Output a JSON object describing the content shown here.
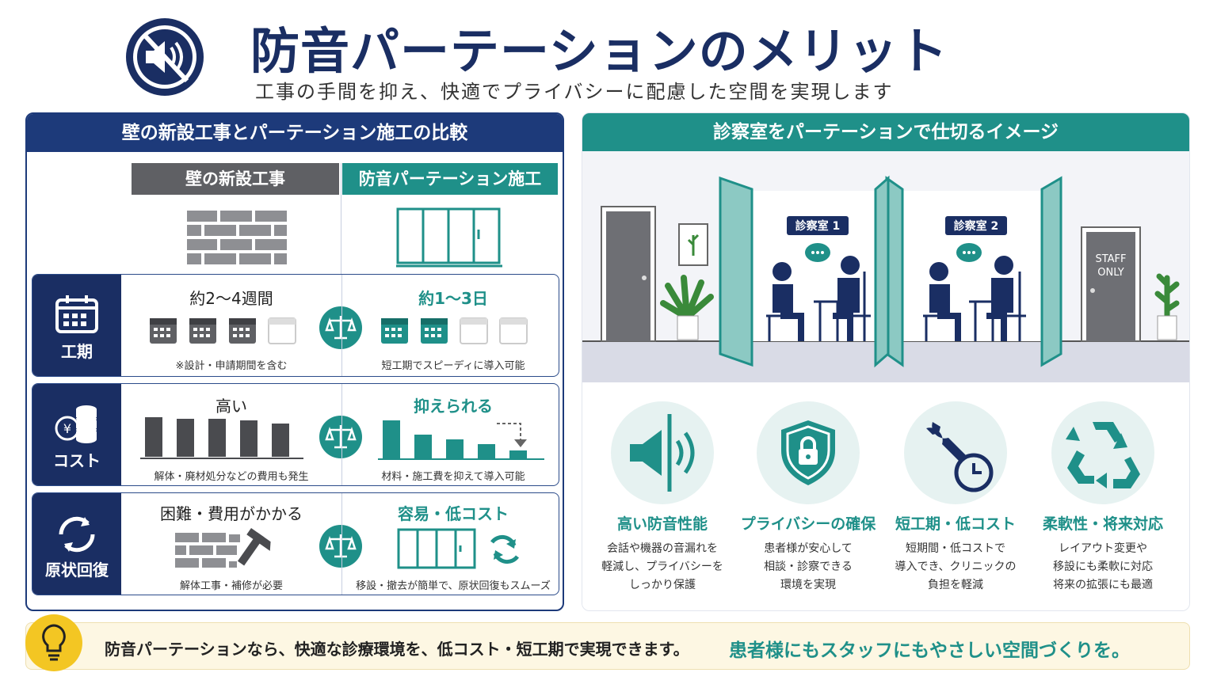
{
  "header": {
    "title": "防音パーテーションのメリット",
    "subtitle": "工事の手間を抑え、快適でプライバシーに配慮した空間を実現します",
    "icon": "mute-speaker-icon"
  },
  "comparison": {
    "heading": "壁の新設工事とパーテーション施工の比較",
    "col_wall": "壁の新設工事",
    "col_partition": "防音パーテーション施工",
    "rows": [
      {
        "label": "工期",
        "icon": "calendar-icon",
        "wall_value": "約2〜4週間",
        "wall_note": "※設計・申請期間を含む",
        "partition_value": "約1〜3日",
        "partition_note": "短工期でスピーディに導入可能"
      },
      {
        "label": "コスト",
        "icon": "coin-stack-icon",
        "wall_value": "高い",
        "wall_note": "解体・廃材処分などの費用も発生",
        "partition_value": "抑えられる",
        "partition_note": "材料・施工費を抑えて導入可能"
      },
      {
        "label": "原状回復",
        "icon": "cycle-icon",
        "wall_value": "困難・費用がかかる",
        "wall_note": "解体工事・補修が必要",
        "partition_value": "容易・低コスト",
        "partition_note": "移設・撤去が簡単で、原状回復もスムーズ"
      }
    ]
  },
  "image_panel": {
    "heading": "診察室をパーテーションで仕切るイメージ",
    "room1": "診察室 1",
    "room2": "診察室 2",
    "staff_door": "STAFF ONLY"
  },
  "features": [
    {
      "title": "高い防音性能",
      "desc": [
        "会話や機器の音漏れを",
        "軽減し、プライバシーを",
        "しっかり保護"
      ],
      "icon": "speaker-sound-icon"
    },
    {
      "title": "プライバシーの確保",
      "desc": [
        "患者様が安心して",
        "相談・診察できる",
        "環境を実現"
      ],
      "icon": "shield-lock-icon"
    },
    {
      "title": "短工期・低コスト",
      "desc": [
        "短期間・低コストで",
        "導入でき、クリニックの",
        "負担を軽減"
      ],
      "icon": "wrench-clock-icon"
    },
    {
      "title": "柔軟性・将来対応",
      "desc": [
        "レイアウト変更や",
        "移設にも柔軟に対応",
        "将来の拡張にも最適"
      ],
      "icon": "recycle-icon"
    }
  ],
  "banner": {
    "text_main": "防音パーテーションなら、快適な診療環境を、低コスト・短工期で実現できます。",
    "text_accent": "患者様にもスタッフにもやさしい空間づくりを。",
    "icon": "lightbulb-icon"
  },
  "colors": {
    "navy": "#1a2e63",
    "teal": "#1f9089",
    "gray": "#5f6064",
    "yellow": "#f3c623"
  }
}
